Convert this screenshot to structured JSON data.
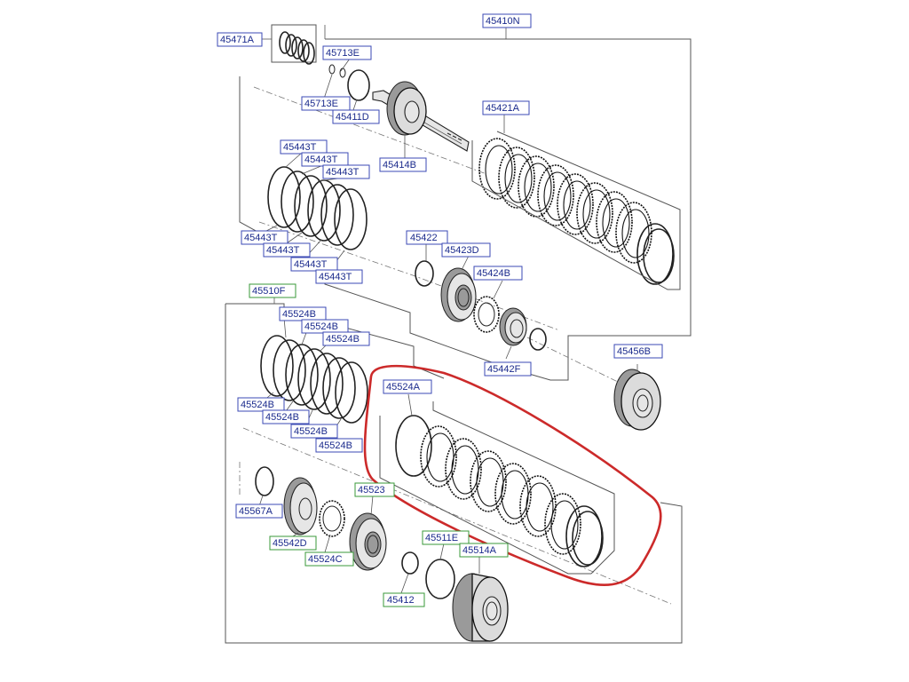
{
  "diagram": {
    "labels": [
      {
        "id": "l-45410N",
        "text": "45410N",
        "style": "blue"
      },
      {
        "id": "l-45471A",
        "text": "45471A",
        "style": "blue"
      },
      {
        "id": "l-45713E-a",
        "text": "45713E",
        "style": "blue"
      },
      {
        "id": "l-45713E-b",
        "text": "45713E",
        "style": "blue"
      },
      {
        "id": "l-45411D",
        "text": "45411D",
        "style": "blue"
      },
      {
        "id": "l-45414B",
        "text": "45414B",
        "style": "blue"
      },
      {
        "id": "l-45421A",
        "text": "45421A",
        "style": "blue"
      },
      {
        "id": "l-45443T-1",
        "text": "45443T",
        "style": "blue"
      },
      {
        "id": "l-45443T-2",
        "text": "45443T",
        "style": "blue"
      },
      {
        "id": "l-45443T-3",
        "text": "45443T",
        "style": "blue"
      },
      {
        "id": "l-45443T-4",
        "text": "45443T",
        "style": "blue"
      },
      {
        "id": "l-45443T-5",
        "text": "45443T",
        "style": "blue"
      },
      {
        "id": "l-45443T-6",
        "text": "45443T",
        "style": "blue"
      },
      {
        "id": "l-45443T-7",
        "text": "45443T",
        "style": "blue"
      },
      {
        "id": "l-45422",
        "text": "45422",
        "style": "blue"
      },
      {
        "id": "l-45423D",
        "text": "45423D",
        "style": "blue"
      },
      {
        "id": "l-45424B",
        "text": "45424B",
        "style": "blue"
      },
      {
        "id": "l-45442F",
        "text": "45442F",
        "style": "blue"
      },
      {
        "id": "l-45510F",
        "text": "45510F",
        "style": "green"
      },
      {
        "id": "l-45524B-1",
        "text": "45524B",
        "style": "blue"
      },
      {
        "id": "l-45524B-2",
        "text": "45524B",
        "style": "blue"
      },
      {
        "id": "l-45524B-3",
        "text": "45524B",
        "style": "blue"
      },
      {
        "id": "l-45524B-4",
        "text": "45524B",
        "style": "blue"
      },
      {
        "id": "l-45524B-5",
        "text": "45524B",
        "style": "blue"
      },
      {
        "id": "l-45524B-6",
        "text": "45524B",
        "style": "blue"
      },
      {
        "id": "l-45524B-7",
        "text": "45524B",
        "style": "blue"
      },
      {
        "id": "l-45456B",
        "text": "45456B",
        "style": "blue"
      },
      {
        "id": "l-45524A",
        "text": "45524A",
        "style": "blue"
      },
      {
        "id": "l-45567A",
        "text": "45567A",
        "style": "blue"
      },
      {
        "id": "l-45542D",
        "text": "45542D",
        "style": "green"
      },
      {
        "id": "l-45523",
        "text": "45523",
        "style": "green"
      },
      {
        "id": "l-45524C",
        "text": "45524C",
        "style": "green"
      },
      {
        "id": "l-45511E",
        "text": "45511E",
        "style": "green"
      },
      {
        "id": "l-45514A",
        "text": "45514A",
        "style": "green"
      },
      {
        "id": "l-45412",
        "text": "45412",
        "style": "green"
      }
    ],
    "parts": [
      {
        "id": "p-45471A",
        "name": "spring-pack-part"
      },
      {
        "id": "p-45713E-a",
        "name": "small-o-ring-part"
      },
      {
        "id": "p-45713E-b",
        "name": "small-o-ring-part"
      },
      {
        "id": "p-45411D",
        "name": "snap-ring-part"
      },
      {
        "id": "p-45414B",
        "name": "input-shaft-part"
      },
      {
        "id": "p-45421A",
        "name": "clutch-disc-set-part"
      },
      {
        "id": "p-45443T",
        "name": "retainer-ring-set-part"
      },
      {
        "id": "p-45422",
        "name": "snap-ring-part"
      },
      {
        "id": "p-45423D",
        "name": "piston-part"
      },
      {
        "id": "p-45424B",
        "name": "return-spring-part"
      },
      {
        "id": "p-45442F",
        "name": "retainer-part"
      },
      {
        "id": "p-45442F-ring",
        "name": "snap-ring-part"
      },
      {
        "id": "p-45524B",
        "name": "retainer-ring-set-part"
      },
      {
        "id": "p-45456B",
        "name": "hub-gear-part"
      },
      {
        "id": "p-45524A",
        "name": "clutch-disc-set-part"
      },
      {
        "id": "p-45567A",
        "name": "snap-ring-part"
      },
      {
        "id": "p-45542D",
        "name": "piston-plate-part"
      },
      {
        "id": "p-45524C",
        "name": "return-spring-part"
      },
      {
        "id": "p-45523",
        "name": "piston-part"
      },
      {
        "id": "p-45412",
        "name": "snap-ring-part"
      },
      {
        "id": "p-45511E",
        "name": "seal-ring-part"
      },
      {
        "id": "p-45514A",
        "name": "clutch-drum-part"
      }
    ],
    "highlight": {
      "color": "#cc2a2a",
      "target": "45524A"
    },
    "colors": {
      "blue_label_border": "#3b4ab4",
      "green_label_border": "#3a9a3a",
      "label_text": "#1a2a8c"
    }
  }
}
